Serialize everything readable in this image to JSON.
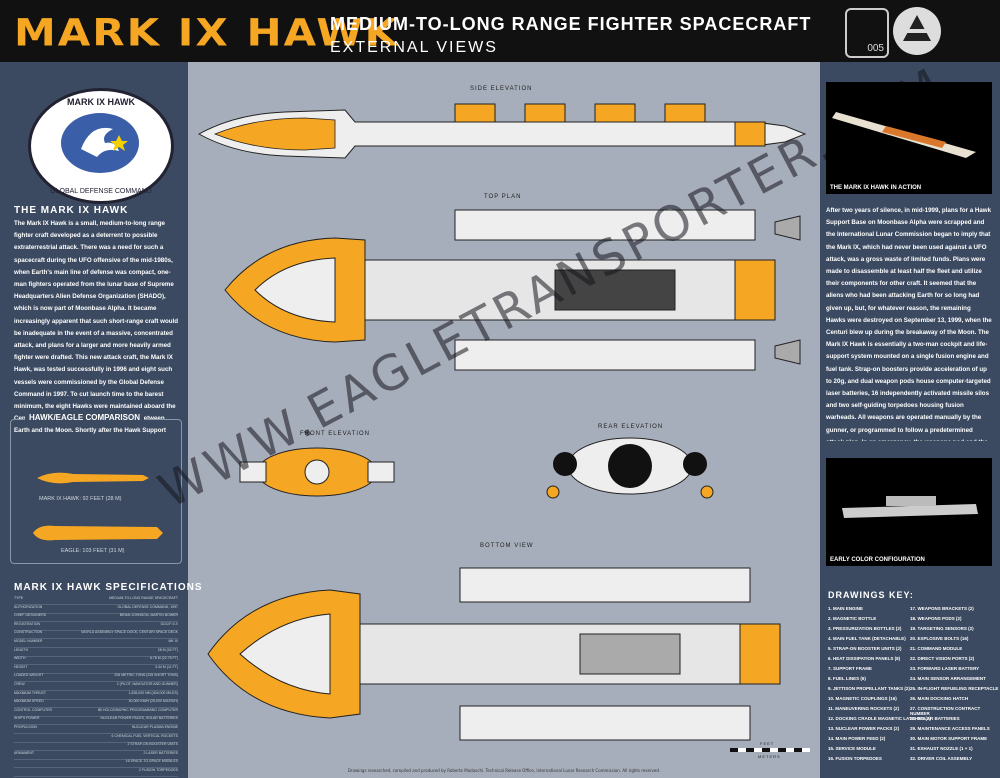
{
  "header": {
    "title": "MARK IX HAWK",
    "subtitle_1": "MEDIUM-TO-LONG RANGE FIGHTER SPACECRAFT",
    "subtitle_2": "EXTERNAL VIEWS",
    "plate_number": "005"
  },
  "badge": {
    "top_text": "MARK IX HAWK",
    "bottom_text": "GLOBAL DEFENSE COMMAND"
  },
  "sections": {
    "about_title": "THE MARK IX HAWK",
    "about_text": "The Mark IX Hawk is a small, medium-to-long range fighter craft developed as a deterrent to possible extraterrestrial attack. There was a need for such a spacecraft during the UFO offensive of the mid-1980s, when Earth's main line of defense was compact, one-man fighters operated from the lunar base of Supreme Headquarters Alien Defense Organization (SHADO), which is now part of Moonbase Alpha. It became increasingly apparent that such short-range craft would be inadequate in the event of a massive, concentrated attack, and plans for a larger and more heavily armed fighter were drafted. This new attack craft, the Mark IX Hawk, was tested successfully in 1996 and eight such vessels were commissioned by the Global Defense Command in 1997. To cut launch time to the barest minimum, the eight Hawks were maintained aboard the Centuri space deck, which was positioned between Earth and the Moon. Shortly after the Hawk Support Base on the space dock was completed, the UFO attacks mysteriously stopped.",
    "comparison_title": "HAWK/EAGLE COMPARISON",
    "hawk_caption": "MARK IX HAWK: 92 FEET (28 M)",
    "eagle_caption": "EAGLE: 103 FEET (31 M)",
    "specs_title": "MARK IX HAWK SPECIFICATIONS",
    "right_text": "After two years of silence, in mid-1999, plans for a Hawk Support Base on Moonbase Alpha were scrapped and the International Lunar Commission began to imply that the Mark IX, which had never been used against a UFO attack, was a gross waste of limited funds. Plans were made to disassemble at least half the fleet and utilize their components for other craft. It seemed that the aliens who had been attacking Earth for so long had given up, but, for whatever reason, the remaining Hawks were destroyed on September 13, 1999, when the Centuri blew up during the breakaway of the Moon. The Mark IX Hawk is essentially a two-man cockpit and life-support system mounted on a single fusion engine and fuel tank. Strap-on boosters provide acceleration of up to 20g, and dual weapon pods house computer-targeted laser batteries, 16 independently activated missile silos and two self-guiding torpedoes housing fusion warheads. All weapons are operated manually by the gunner, or programmed to follow a predetermined attack plan. In an emergency, the weapons pod and the engine assembly can be jettisoned and the command module used as a lifeboat.",
    "photo1_caption": "THE MARK IX HAWK IN ACTION",
    "photo2_caption": "EARLY COLOR CONFIGURATION",
    "key_title": "DRAWINGS KEY:"
  },
  "specs": [
    {
      "k": "TYPE",
      "v": "MEDIUM-TO-LONG RANGE SPACECRAFT"
    },
    {
      "k": "AUTHORIZATION",
      "v": "GLOBAL DEFENSE COMMAND, 1997"
    },
    {
      "k": "CHIEF DESIGNERS",
      "v": "BRIAN JOHNSON, MARTIN BOWER"
    },
    {
      "k": "REGISTRATION",
      "v": "GDC/F-9-X"
    },
    {
      "k": "CONSTRUCTION",
      "v": "WORLD ASSEMBLY SPACE DOCK, CENTURI SPACE DECK"
    },
    {
      "k": "MODEL NUMBER",
      "v": "MK IX"
    },
    {
      "k": "LENGTH",
      "v": "28 M (92 FT)"
    },
    {
      "k": "WIDTH",
      "v": "6.78 M (22.75 FT)"
    },
    {
      "k": "HEIGHT",
      "v": "3.34 M (11 FT)"
    },
    {
      "k": "LOADED WEIGHT",
      "v": "206 METRIC TONS (235 SHORT TONS)"
    },
    {
      "k": "CREW",
      "v": "2 (PILOT, NAVIGATOR AND GUNNER)"
    },
    {
      "k": "MAXIMUM THRUST",
      "v": "1,835,000 NM (404,000 MILES)"
    },
    {
      "k": "MAXIMUM SPEED",
      "v": "40,000 KM/H (25,000 MILES/H)"
    },
    {
      "k": "CONTROL COMPUTER",
      "v": "IBI HOLOGRAPHIC PROGRAMMING COMPUTER"
    },
    {
      "k": "SHIP'S POWER",
      "v": "NUCLEAR POWER PACKS, SOLAR BATTERIES"
    },
    {
      "k": "PROPULSION",
      "v": "NUCLEAR PLASMA ENGINE"
    },
    {
      "k": "",
      "v": "6 CHEMICAL FUEL VERTICAL ROCKETS"
    },
    {
      "k": "",
      "v": "2 STRAP-ON BOOSTER UNITS"
    },
    {
      "k": "ARMAMENT",
      "v": "2 LASER BATTERIES"
    },
    {
      "k": "",
      "v": "16 SPACE-TO-SPACE MISSILES"
    },
    {
      "k": "",
      "v": "2 FUSION TORPEDOES"
    }
  ],
  "views": {
    "side": "SIDE ELEVATION",
    "top": "TOP PLAN",
    "front": "FRONT ELEVATION",
    "rear": "REAR ELEVATION",
    "bottom": "BOTTOM VIEW",
    "scale_feet": "FEET",
    "scale_meters": "METERS"
  },
  "key_left": [
    "1. MAIN ENGINE",
    "2. MAGNETIC BOTTLE",
    "3. PRESSURIZATION BOTTLES (2)",
    "4. MAIN FUEL TANK (DETACHABLE)",
    "5. STRAP-ON BOOSTER UNITS (2)",
    "6. HEAT DISSIPATION PANELS (8)",
    "7. SUPPORT FRAME",
    "8. FUEL LINES (6)",
    "9. JETTISON PROPELLANT TANKS (2)",
    "10. MAGNETIC COUPLINGS (16)",
    "11. MANEUVERING ROCKETS (2)",
    "12. DOCKING CRADLE MAGNETIC LATCHES (2)",
    "13. NUCLEAR POWER PACKS (2)",
    "14. MAIN POWER FEED (2)",
    "15. SERVICE MODULE",
    "16. FUSION TORPEDOES"
  ],
  "key_right": [
    "17. WEAPONS BRACKETS (2)",
    "18. WEAPONS PODS (2)",
    "19. TARGETING SENSORS (2)",
    "20. EXPLOSIVE BOLTS (16)",
    "21. COMMAND MODULE",
    "22. DIRECT VISION PORTS (2)",
    "23. FORWARD LASER BATTERY",
    "24. MAIN SENSOR ARRANGEMENT",
    "25. IN-FLIGHT REFUELING RECEPTACLE",
    "26. MAIN DOCKING HATCH",
    "27. CONSTRUCTION CONTRACT NUMBER",
    "28. SOLAR BATTERIES",
    "29. MAINTENANCE ACCESS PANELS",
    "30. MAIN MOTOR SUPPORT FRAME",
    "31. EXHAUST NOZZLE (1 + 1)",
    "32. DRIVER COIL ASSEMBLY"
  ],
  "watermark": "WWW.EAGLETRANSPORTER.COM",
  "footer": "Drawings researched, compiled and produced by Roberto Madaschi. Technical Release Office, International Lunar Research Commission. All rights reserved.",
  "colors": {
    "accent": "#f5a623",
    "panel": "#3b4a60",
    "drawing_bg": "#a7aebb"
  }
}
